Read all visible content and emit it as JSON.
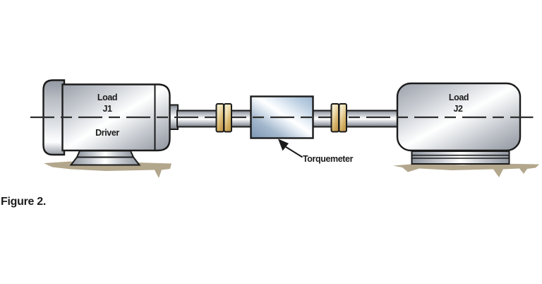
{
  "figure": {
    "caption": "Figure 2."
  },
  "driver_unit": {
    "load_label": "Load",
    "inertia_label": "J1",
    "role_label": "Driver"
  },
  "load_unit": {
    "load_label": "Load",
    "inertia_label": "J2"
  },
  "torquemeter": {
    "label": "Torquemeter"
  },
  "colors": {
    "background": "#ffffff",
    "outline": "#1b1b1b",
    "centerline": "#2e2e2e",
    "ground": "#b2a68c",
    "coupling_tan": "#d9b86f",
    "torquemeter_blue": "#9cb6d0",
    "metal_gray": "#c3c7cd"
  }
}
